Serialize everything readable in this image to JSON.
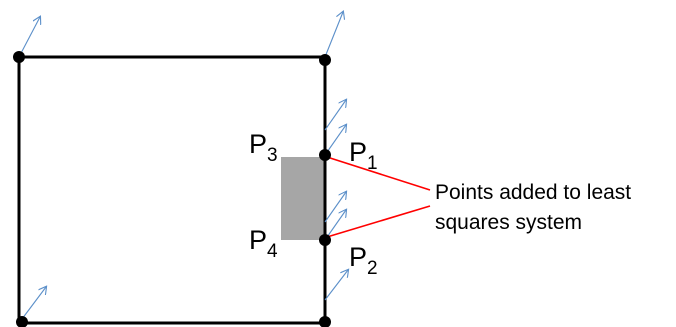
{
  "colors": {
    "outline": "#000000",
    "arrow": "#5b8fc9",
    "shade": "#a6a6a6",
    "leader": "#ff0000"
  },
  "points": [
    {
      "id": "p1",
      "letter": "P",
      "sub": "1"
    },
    {
      "id": "p2",
      "letter": "P",
      "sub": "2"
    },
    {
      "id": "p3",
      "letter": "P",
      "sub": "3"
    },
    {
      "id": "p4",
      "letter": "P",
      "sub": "4"
    }
  ],
  "annotation": {
    "line1": "Points added to least",
    "line2": "squares system"
  }
}
